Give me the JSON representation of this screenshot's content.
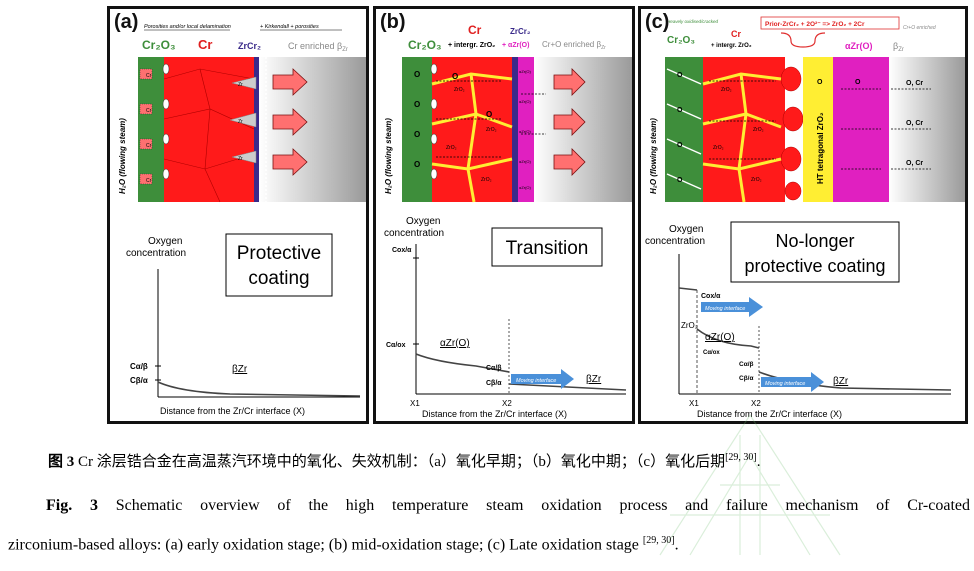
{
  "panels": [
    {
      "label": "(a)",
      "schematic": {
        "layer_labels": {
          "cr2o3": "Cr₂O₃",
          "cr": "Cr",
          "zrcr2": "ZrCr₂",
          "right": "Cr enriched β",
          "right_sub": "Zr"
        },
        "top_notes": [
          "Porosities and/or local delamination",
          "+ Kirkendall + porosities"
        ],
        "side_label": "H₂O (flowing steam)",
        "grain_labels": [
          "Cr",
          "Cr",
          "Cr",
          "Cr"
        ],
        "zr_labels": [
          "Zr",
          "Zr",
          "Zr"
        ]
      },
      "plot": {
        "ylabel_1": "Oxygen",
        "ylabel_2": "concentration",
        "box_text_1": "Protective",
        "box_text_2": "coating",
        "y_tick_1": "Cα/β",
        "y_tick_2": "Cβ/α",
        "phase_label": "βZr",
        "xlabel": "Distance from the Zr/Cr interface (X)"
      }
    },
    {
      "label": "(b)",
      "schematic": {
        "layer_labels": {
          "cr2o3": "Cr₂O₃",
          "cr": "Cr",
          "cr_sub": "+ intergr. ZrO₂",
          "zrcr2": "ZrCr₂",
          "zrcr2_sub": "+ αZr(O)",
          "right": "Cr+O enriched β",
          "right_sub": "Zr"
        },
        "side_label": "H₂O (flowing steam)",
        "o_labels": [
          "O",
          "O",
          "O",
          "O",
          "O",
          "O"
        ],
        "zro2_labels": [
          "ZrO₂",
          "ZrO₂",
          "ZrO₂",
          "ZrO₂"
        ],
        "alpha_labels": [
          "αZr(O)",
          "αZr(O)",
          "αZr(O)",
          "αZr(O)",
          "αZr(O)"
        ]
      },
      "plot": {
        "ylabel_1": "Oxygen",
        "ylabel_2": "concentration",
        "y_top": "Cox/α",
        "box_text": "Transition",
        "y_tick": "Cα/ox",
        "alpha_label": "αZr(O)",
        "tick_1": "Cα/β",
        "tick_2": "Cβ/α",
        "arrow_label": "Moving interface",
        "phase_label": "βZr",
        "x1": "X1",
        "x2": "X2",
        "xlabel": "Distance from the Zr/Cr interface (X)"
      }
    },
    {
      "label": "(c)",
      "schematic": {
        "note_left": "Heavely oxidised/cracked",
        "layer_labels": {
          "cr2o3": "Cr₂O₃",
          "cr": "Cr",
          "cr_sub": "+ intergr. ZrO₂",
          "alpha": "αZr(O)",
          "right_top": "Cr+O enriched",
          "right": "β",
          "right_sub": "Zr"
        },
        "reaction": "Prior-ZrCr₂ + 2O²⁻ => ZrO₂ + 2Cr",
        "tetragonal": "HT tetragonal ZrO₂",
        "side_label": "H₂O (flowing steam)",
        "o_cr_labels": [
          "O, Cr",
          "O, Cr",
          "O, Cr"
        ],
        "o_labels": [
          "O",
          "O",
          "O",
          "O",
          "O",
          "O"
        ],
        "zro2_labels": [
          "ZrO₂",
          "ZrO₂",
          "ZrO₂",
          "ZrO₂"
        ]
      },
      "plot": {
        "ylabel_1": "Oxygen",
        "ylabel_2": "concentration",
        "box_text_1": "No-longer",
        "box_text_2": "protective coating",
        "y_top": "Cox/α",
        "zro2": "ZrO₂",
        "alpha_label": "αZr(O)",
        "tick_alpha_ox": "Cα/ox",
        "tick_1": "Cα/β",
        "tick_2": "Cβ/α",
        "arrow_label_1": "Moving interface",
        "arrow_label_2": "Moving interface",
        "phase_label": "βZr",
        "x1": "X1",
        "x2": "X2",
        "xlabel": "Distance from the Zr/Cr interface (X)"
      }
    }
  ],
  "caption": {
    "cn_label": "图 3",
    "cn_text": " Cr 涂层锆合金在高温蒸汽环境中的氧化、失效机制：（a）氧化早期；（b）氧化中期；（c）氧化后期",
    "cn_ref": "[29, 30]",
    "cn_end": ".",
    "en_label": "Fig. 3",
    "en_text_1": " Schematic overview of the high temperature steam oxidation process and failure mechanism of Cr-coated",
    "en_text_2": "zirconium-based alloys: (a) early oxidation stage; (b) mid-oxidation stage; (c) Late oxidation stage ",
    "en_ref": "[29, 30]",
    "en_end": "."
  },
  "colors": {
    "cr2o3": "#3e8e3b",
    "cr": "#ff1a1a",
    "zrcr2": "#3a2a8a",
    "beta": "#a8a8a8",
    "zro2": "#ffee33",
    "alpha": "#e020c0",
    "arrow": "#4a90d9"
  }
}
